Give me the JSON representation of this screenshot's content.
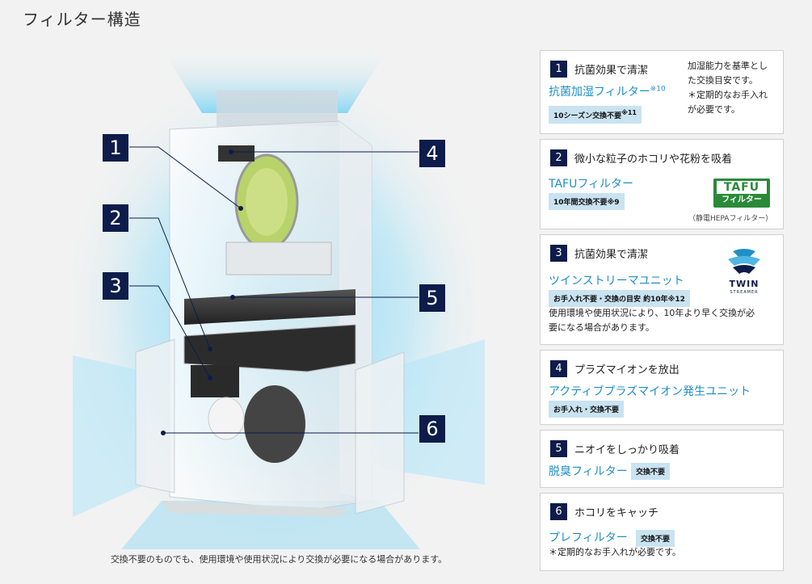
{
  "page_title": "フィルター構造",
  "caption": "交換不要のものでも、使用環境や使用状況により交換が必要になる場合があります。",
  "callouts": [
    "1",
    "2",
    "3",
    "4",
    "5",
    "6"
  ],
  "colors": {
    "navy": "#0d1c4a",
    "accent_blue": "#1f8fc4",
    "tag_bg": "#c9e3f1",
    "tafu_green": "#2a8a3a"
  },
  "cards": [
    {
      "number": "1",
      "headline": "抗菌効果で清潔",
      "product": "抗菌加湿フィルター",
      "product_note": "※10",
      "tag": "10シーズン交換不要",
      "tag_note": "※11",
      "side_note_1": "加湿能力を基準とし",
      "side_note_2": "た交換目安です。",
      "side_note_3": "＊定期的なお手入れ",
      "side_note_4": "が必要です。"
    },
    {
      "number": "2",
      "headline": "微小な粒子のホコリや花粉を吸着",
      "product": "TAFUフィルター",
      "tag": "10年間交換不要※9",
      "logo_top": "TAFU",
      "logo_bottom": "フィルター",
      "logo_sub": "（静電HEPAフィルター）",
      "logo_icon": "tafu-logo-icon"
    },
    {
      "number": "3",
      "headline": "抗菌効果で清潔",
      "product": "ツインストリーマユニット",
      "tag": "お手入れ不要・交換の目安 約10年※12",
      "note_1": "使用環境や使用状況により、10年より早く交換が必",
      "note_2": "要になる場合があります。",
      "logo_text": "TWIN",
      "logo_sub": "STREAMER",
      "logo_icon": "twin-streamer-logo-icon"
    },
    {
      "number": "4",
      "headline": "プラズマイオンを放出",
      "product": "アクティブプラズマイオン発生ユニット",
      "tag": "お手入れ・交換不要"
    },
    {
      "number": "5",
      "headline": "ニオイをしっかり吸着",
      "product": "脱臭フィルター",
      "tag": "交換不要"
    },
    {
      "number": "6",
      "headline": "ホコリをキャッチ",
      "product": "プレフィルター",
      "tag": "交換不要",
      "note_1": "＊定期的なお手入れが必要です。"
    }
  ]
}
